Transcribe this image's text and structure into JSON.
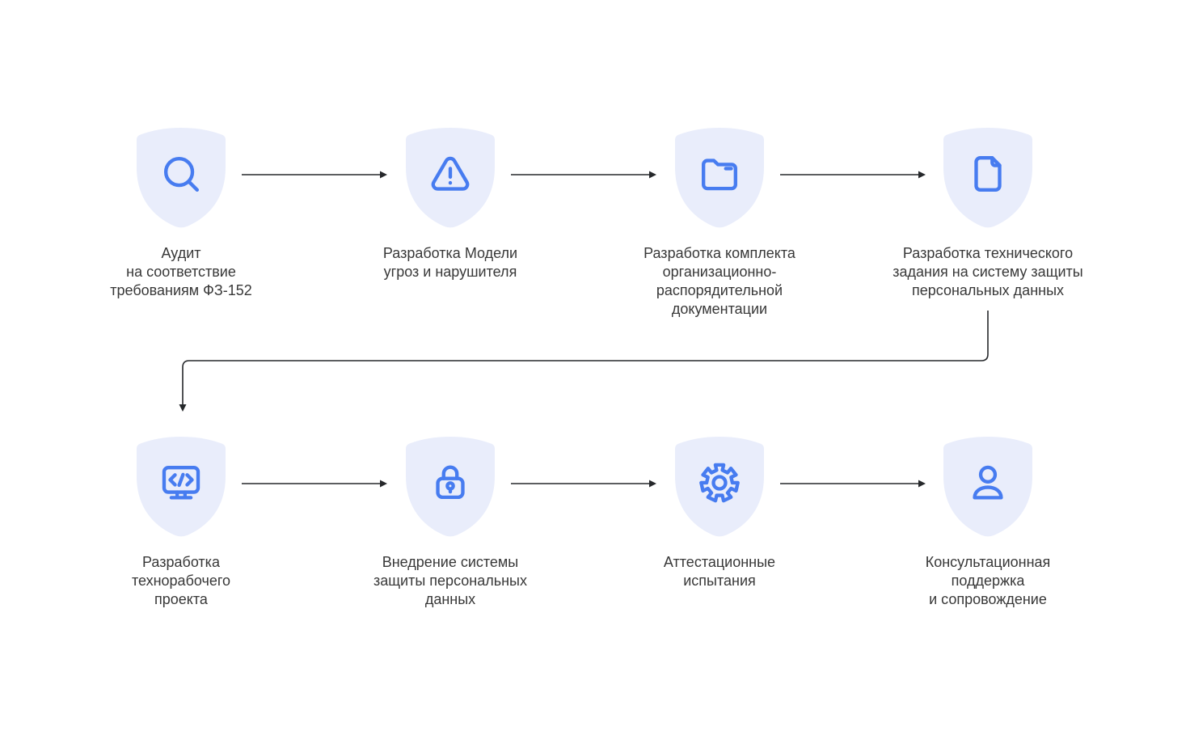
{
  "diagram": {
    "type": "flowchart",
    "language": "ru",
    "colors": {
      "background": "#FFFFFF",
      "shield_fill": "#E9EDFB",
      "icon_stroke": "#477CF0",
      "label_text": "#383838",
      "arrow": "#26282B"
    },
    "rows": 2,
    "steps": [
      {
        "index": 1,
        "row": 1,
        "icon": "search-icon",
        "label": "Аудит\nна соответствие\nтребованиям ФЗ-152"
      },
      {
        "index": 2,
        "row": 1,
        "icon": "warning-triangle-icon",
        "label": "Разработка Модели\nугроз и нарушителя"
      },
      {
        "index": 3,
        "row": 1,
        "icon": "folder-icon",
        "label": "Разработка комплекта\nорганизационно-\nраспорядительной\nдокументации"
      },
      {
        "index": 4,
        "row": 1,
        "icon": "document-icon",
        "label": "Разработка технического\nзадания на систему защиты\nперсональных данных"
      },
      {
        "index": 5,
        "row": 2,
        "icon": "code-monitor-icon",
        "label": "Разработка\nтехнорабочего\nпроекта"
      },
      {
        "index": 6,
        "row": 2,
        "icon": "lock-icon",
        "label": "Внедрение системы\nзащиты персональных\nданных"
      },
      {
        "index": 7,
        "row": 2,
        "icon": "gear-icon",
        "label": "Аттестационные\nиспытания"
      },
      {
        "index": 8,
        "row": 2,
        "icon": "person-icon",
        "label": "Консультационная\nподдержка\nи сопровождение"
      }
    ]
  }
}
